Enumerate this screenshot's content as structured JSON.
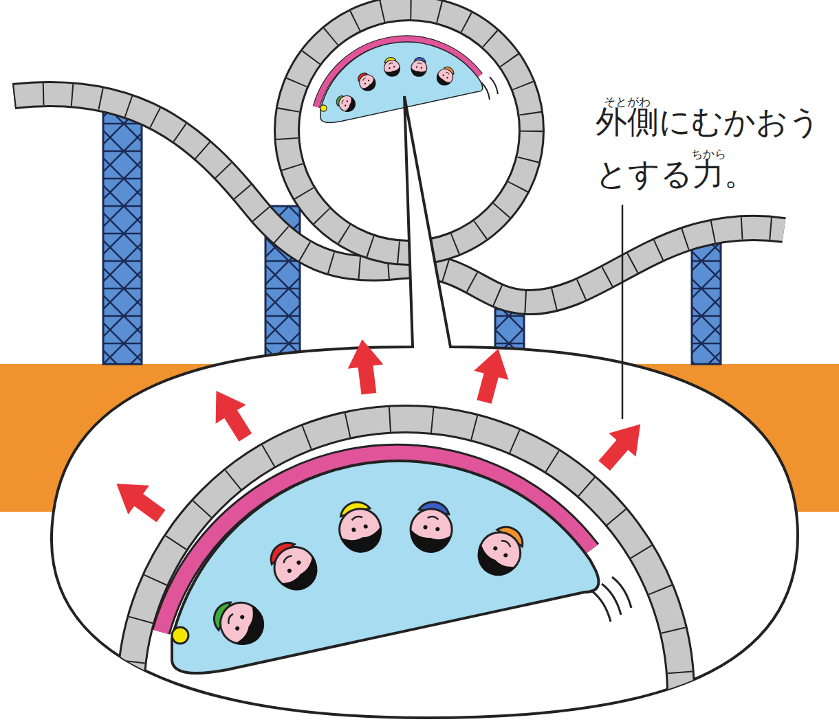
{
  "diagram": {
    "labels": [
      "そとがわ",
      "外側にむかおうとする力。",
      "ちから"
    ]
  }
}
